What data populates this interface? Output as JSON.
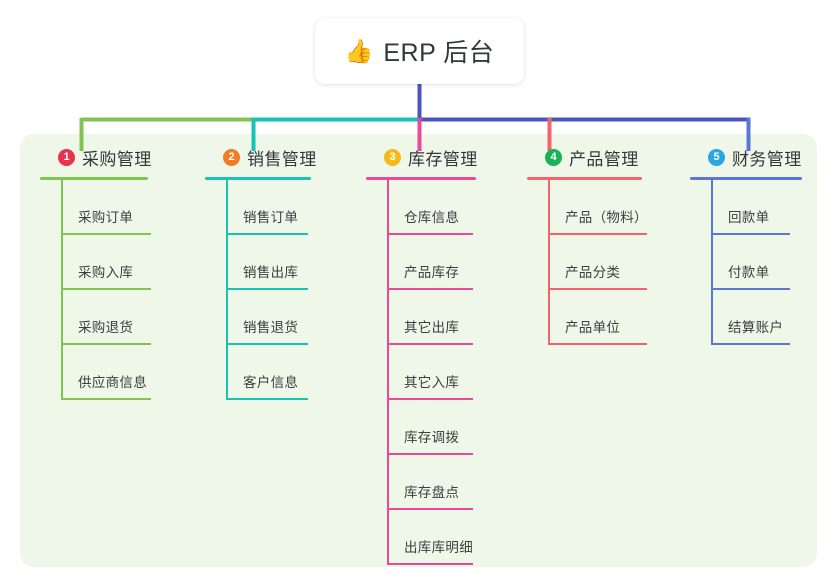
{
  "diagram": {
    "type": "mindmap",
    "background": "#ffffff",
    "panel_color": "#eff7e9"
  },
  "root": {
    "icon": "thumbs-up-emoji",
    "emoji": "👍",
    "title": "ERP 后台",
    "connector_color": "#4b54c0"
  },
  "branches": [
    {
      "number": "1",
      "title": "采购管理",
      "badge_color": "#e8334b",
      "line_color": "#82c451",
      "items": [
        {
          "label": "采购订单"
        },
        {
          "label": "采购入库"
        },
        {
          "label": "采购退货"
        },
        {
          "label": "供应商信息"
        }
      ]
    },
    {
      "number": "2",
      "title": "销售管理",
      "badge_color": "#f07c24",
      "line_color": "#17c3b2",
      "items": [
        {
          "label": "销售订单"
        },
        {
          "label": "销售出库"
        },
        {
          "label": "销售退货"
        },
        {
          "label": "客户信息"
        }
      ]
    },
    {
      "number": "3",
      "title": "库存管理",
      "badge_color": "#f5b91c",
      "line_color": "#ec4899",
      "items": [
        {
          "label": "仓库信息"
        },
        {
          "label": "产品库存"
        },
        {
          "label": "其它出库"
        },
        {
          "label": "其它入库"
        },
        {
          "label": "库存调拨"
        },
        {
          "label": "库存盘点"
        },
        {
          "label": "出库库明细"
        }
      ]
    },
    {
      "number": "4",
      "title": "产品管理",
      "badge_color": "#19b355",
      "line_color": "#f4636b",
      "items": [
        {
          "label": "产品（物料）"
        },
        {
          "label": "产品分类"
        },
        {
          "label": "产品单位"
        }
      ]
    },
    {
      "number": "5",
      "title": "财务管理",
      "badge_color": "#29a7e0",
      "line_color": "#5b77d6",
      "items": [
        {
          "label": "回款单"
        },
        {
          "label": "付款单"
        },
        {
          "label": "结算账户"
        }
      ]
    }
  ]
}
